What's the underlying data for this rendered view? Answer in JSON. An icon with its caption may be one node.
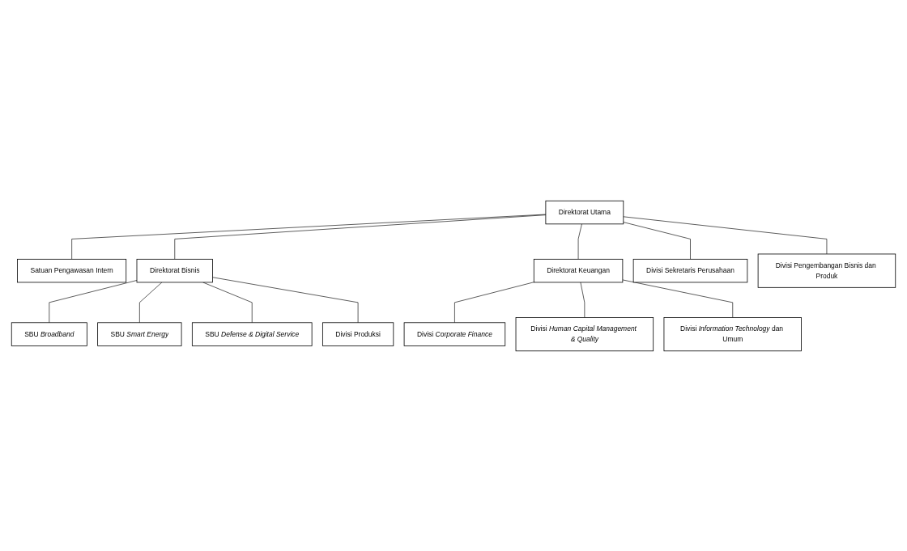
{
  "diagram": {
    "nodes": [
      {
        "text": [
          "Direktorat Utama"
        ]
      },
      {
        "text": [
          "Satuan Pengawasan Intern"
        ]
      },
      {
        "text": [
          "Direktorat Bisnis"
        ]
      },
      {
        "text": [
          "Direktorat Keuangan"
        ]
      },
      {
        "text": [
          "Divisi Sekretaris Perusahaan"
        ]
      },
      {
        "text": [
          "Divisi Pengembangan Bisnis dan Produk"
        ]
      },
      {
        "text": [
          "SBU *Broadband*"
        ]
      },
      {
        "text": [
          "SBU *Smart Energy*"
        ]
      },
      {
        "text": [
          "SBU *Defense & Digital Service*"
        ]
      },
      {
        "text": [
          "Divisi Produksi"
        ]
      },
      {
        "text": [
          "Divisi *Corporate Finance*"
        ]
      },
      {
        "text": [
          "Divisi *Human Capital Management & Quality*"
        ]
      },
      {
        "text": [
          "Divisi *Information Technology* dan Umum"
        ]
      }
    ],
    "edges": [
      {
        "from": 0,
        "to": 1,
        "arrow": "none"
      },
      {
        "from": 0,
        "to": 2,
        "arrow": "none"
      },
      {
        "from": 0,
        "to": 3,
        "arrow": "none"
      },
      {
        "from": 0,
        "to": 4,
        "arrow": "none"
      },
      {
        "from": 0,
        "to": 5,
        "arrow": "none"
      },
      {
        "from": 2,
        "to": 6,
        "arrow": "none"
      },
      {
        "from": 2,
        "to": 7,
        "arrow": "none"
      },
      {
        "from": 2,
        "to": 8,
        "arrow": "none"
      },
      {
        "from": 2,
        "to": 9,
        "arrow": "none"
      },
      {
        "from": 3,
        "to": 10,
        "arrow": "none"
      },
      {
        "from": 3,
        "to": 11,
        "arrow": "none"
      },
      {
        "from": 3,
        "to": 12,
        "arrow": "none"
      }
    ]
  }
}
